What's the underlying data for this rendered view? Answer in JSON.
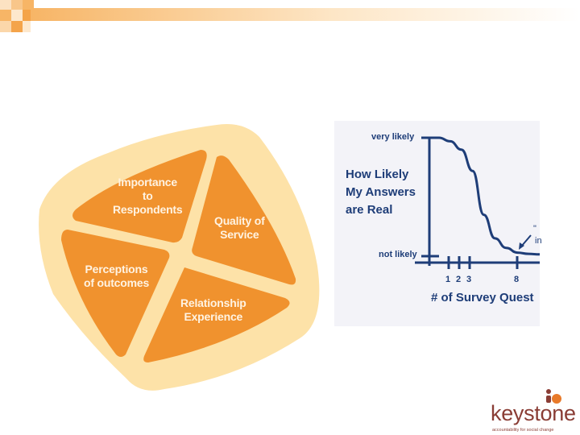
{
  "colors": {
    "orange": "#f0922e",
    "cream": "#fde2a8",
    "navy": "#1e3d78",
    "maroon": "#8a3d35",
    "logo_orange": "#e87a2a"
  },
  "diagram": {
    "quadrants": [
      {
        "lines": [
          "Importance",
          "to",
          "Respondents"
        ]
      },
      {
        "lines": [
          "Quality of",
          "Service"
        ]
      },
      {
        "lines": [
          "Perceptions",
          "of outcomes"
        ]
      },
      {
        "lines": [
          "Relationship",
          "Experience"
        ]
      }
    ]
  },
  "chart_data": {
    "type": "line",
    "title_lines": [
      "How Likely",
      "My Answers",
      "are Real"
    ],
    "y_top_label": "very likely",
    "y_bottom_label": "not likely",
    "xlabel": "# of Survey Quest",
    "x_ticks": [
      "1",
      "2",
      "3",
      "8"
    ],
    "annotation": [
      "\"",
      "in"
    ],
    "series": [
      {
        "x": [
          0,
          1,
          2,
          3,
          4,
          5,
          6,
          7,
          8,
          9
        ],
        "y": [
          1.0,
          0.97,
          0.9,
          0.72,
          0.35,
          0.15,
          0.07,
          0.03,
          0.02,
          0.015
        ]
      }
    ]
  },
  "logo": {
    "word": "keystone",
    "tagline": "accountability for social change"
  }
}
